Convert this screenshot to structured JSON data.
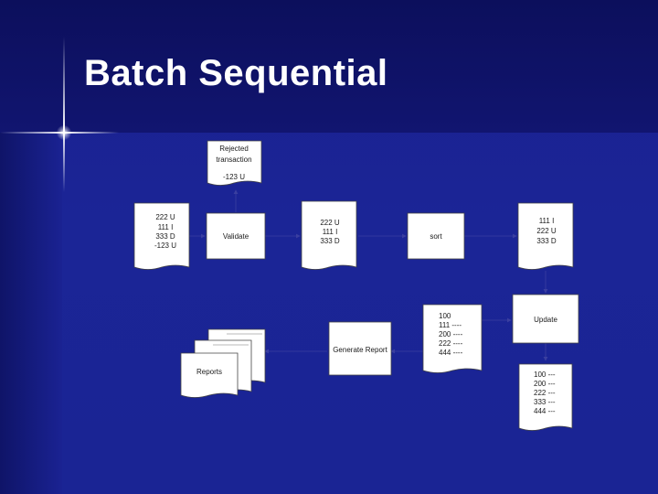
{
  "slide": {
    "title": "Batch Sequential"
  },
  "diagram": {
    "rejected_doc": {
      "lines": [
        "Rejected",
        "transaction",
        "",
        "-123 U"
      ]
    },
    "input_doc": {
      "lines": [
        "222 U",
        "111 I",
        "333 D",
        "-123 U"
      ]
    },
    "validate_box": {
      "label": "Validate"
    },
    "validated_doc": {
      "lines": [
        "222 U",
        "111 I",
        "333 D"
      ]
    },
    "sort_box": {
      "label": "sort"
    },
    "sorted_doc": {
      "lines": [
        "111 I",
        "222 U",
        "333 D"
      ]
    },
    "update_box": {
      "label": "Update"
    },
    "old_master_doc": {
      "lines": [
        "100",
        "111 ----",
        "200 ----",
        "222 ----",
        "444 ----"
      ]
    },
    "new_master_doc": {
      "lines": [
        "100 ---",
        "200 ---",
        "222 ---",
        "333 ---",
        "444 ---"
      ]
    },
    "generate_report_box": {
      "label": "Generate Report"
    },
    "reports_doc": {
      "label": "Reports"
    }
  }
}
